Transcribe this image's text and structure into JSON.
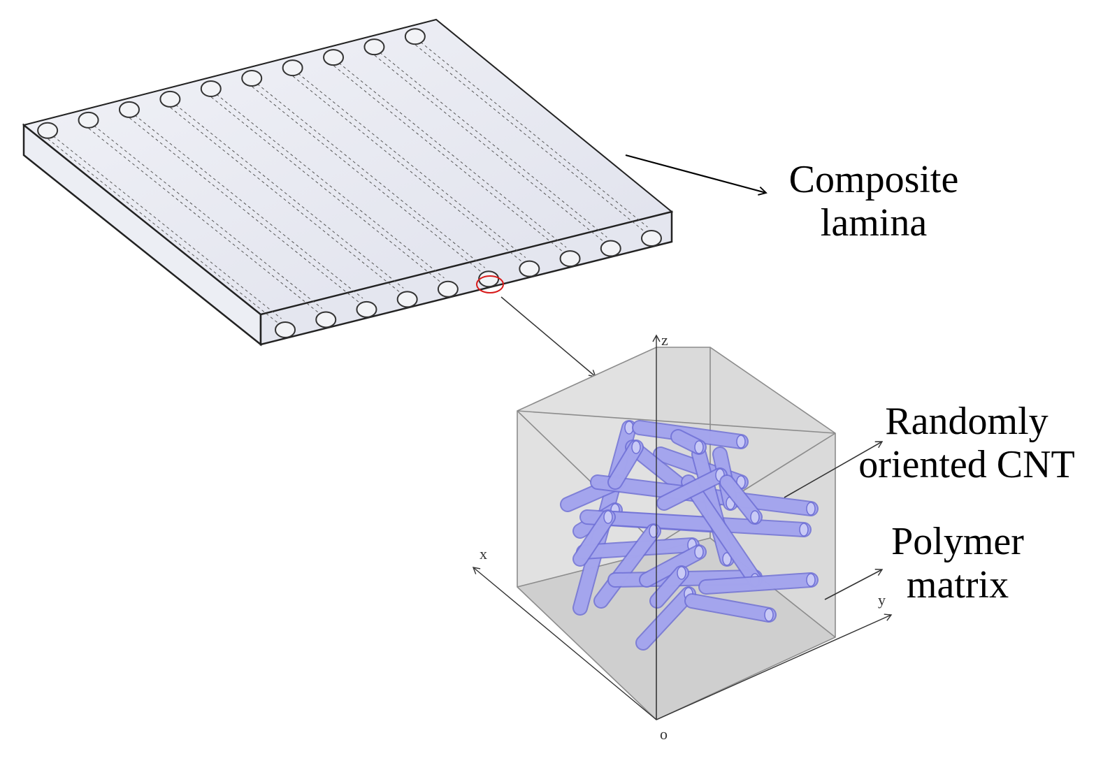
{
  "labels": {
    "composite_lamina": {
      "line1": "Composite",
      "line2": "lamina"
    },
    "randomly_oriented_cnt": {
      "line1": "Randomly",
      "line2": "oriented CNT"
    },
    "polymer_matrix": {
      "line1": "Polymer",
      "line2": "matrix"
    }
  },
  "axes": {
    "x": "x",
    "y": "y",
    "z": "z",
    "origin": "o"
  },
  "colors": {
    "lamina_fill": "#e6e8f1",
    "cube_fill": "#d9d9d9",
    "cnt_fill": "#9fa0ec",
    "cnt_edge": "#6f70d6",
    "highlight_circle": "#d81b1b"
  }
}
